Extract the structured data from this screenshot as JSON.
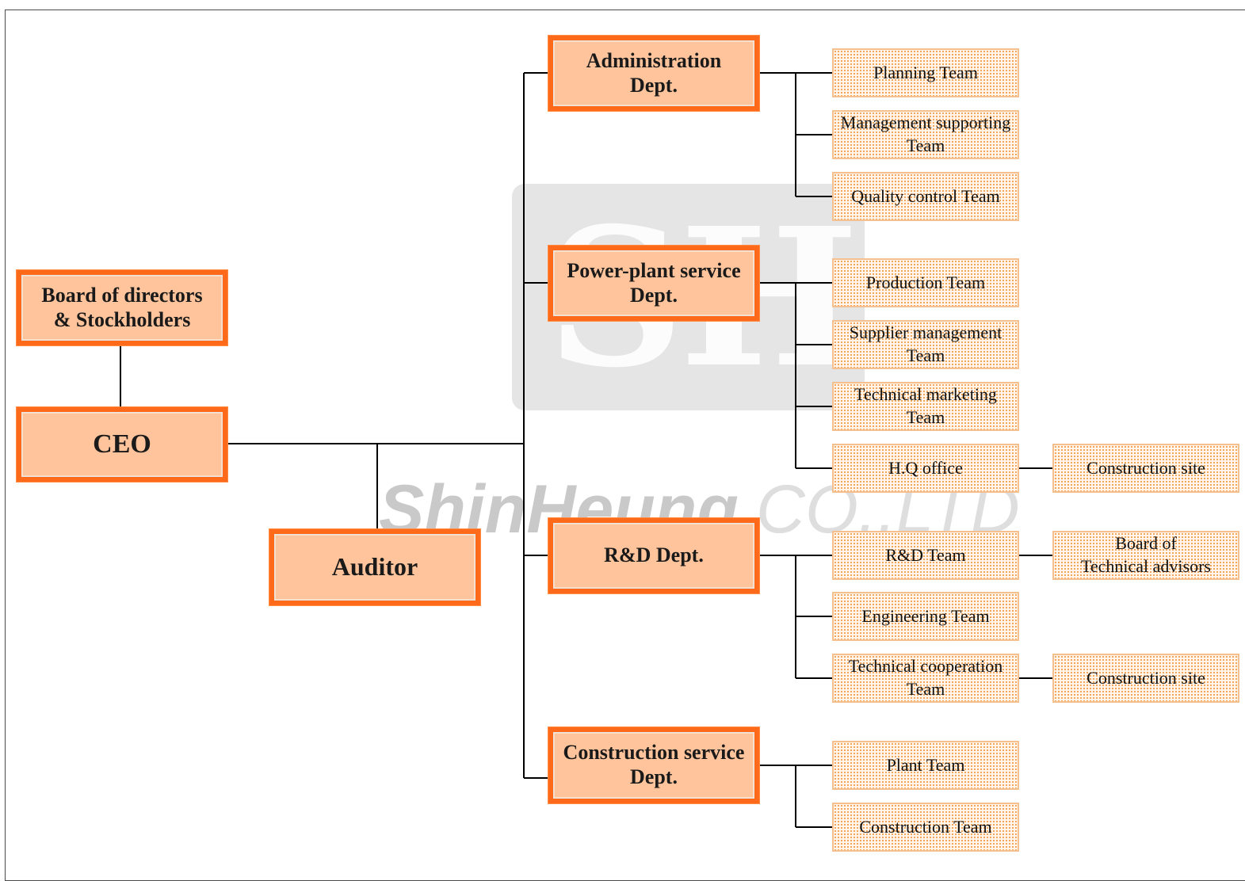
{
  "watermark": {
    "logo_letters": "SH",
    "brand": "ShinHeung",
    "suffix": "CO.,LTD"
  },
  "top": {
    "board": "Board of directors\n& Stockholders",
    "ceo": "CEO",
    "auditor": "Auditor"
  },
  "departments": {
    "administration": "Administration\nDept.",
    "power_plant": "Power-plant service\nDept.",
    "rnd": "R&D Dept.",
    "construction": "Construction service\nDept."
  },
  "teams": {
    "planning": "Planning Team",
    "management_supporting": "Management supporting\nTeam",
    "quality_control": "Quality control Team",
    "production": "Production Team",
    "supplier_management": "Supplier management\nTeam",
    "technical_marketing": "Technical marketing\nTeam",
    "hq_office": "H.Q office",
    "rnd_team": "R&D Team",
    "engineering": "Engineering Team",
    "technical_cooperation": "Technical cooperation\nTeam",
    "plant": "Plant Team",
    "construction_team": "Construction Team"
  },
  "sub_units": {
    "construction_site_1": "Construction site",
    "board_technical_advisors": "Board of\nTechnical advisors",
    "construction_site_2": "Construction site"
  }
}
